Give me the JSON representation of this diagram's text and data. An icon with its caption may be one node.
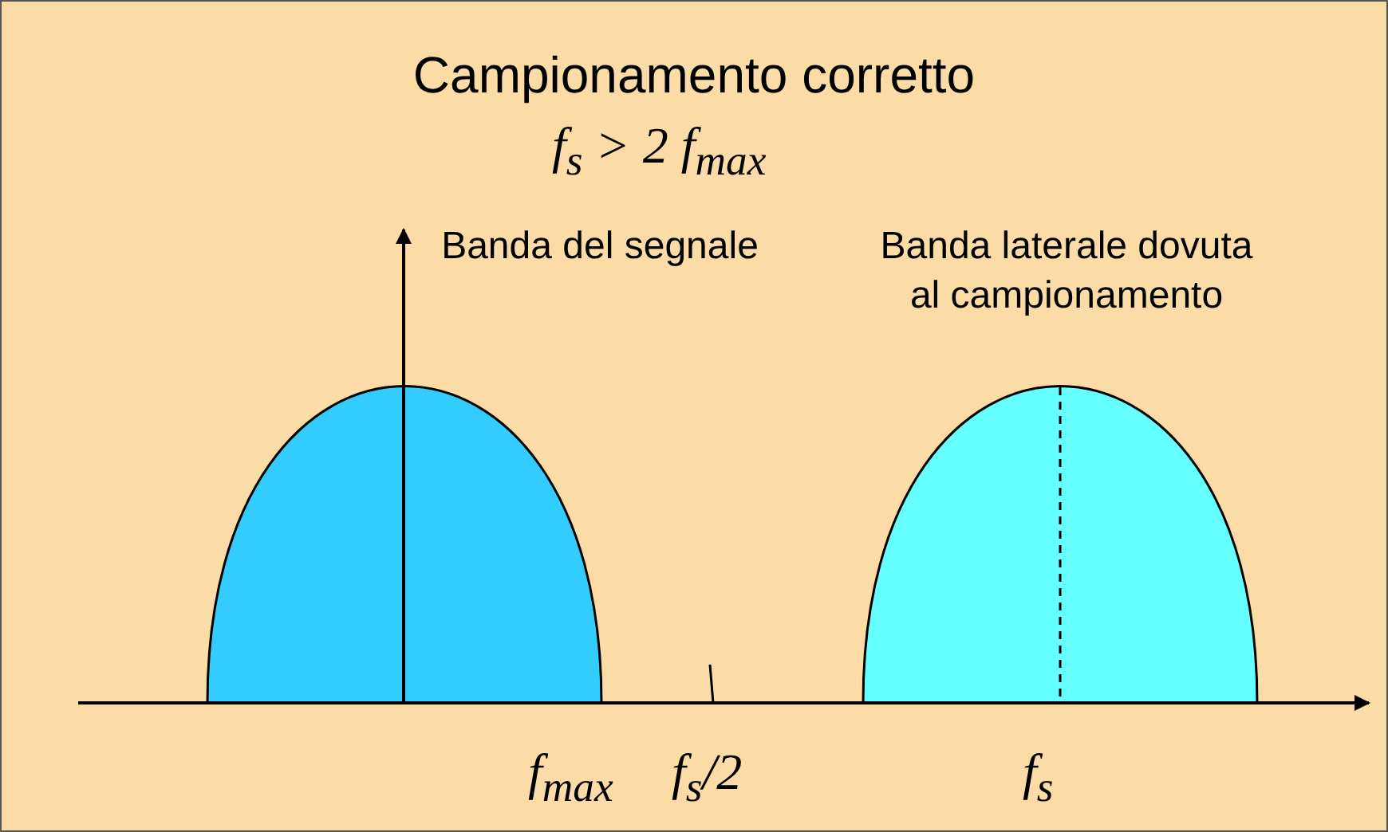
{
  "diagram": {
    "title": "Campionamento corretto",
    "nodes": [
      {
        "text": [],
        "shape": "dome",
        "beside": [
          "Banda del segnale"
        ]
      },
      {
        "text": [],
        "shape": "dome",
        "beside": [
          "Banda laterale dovuta al campionamento"
        ]
      }
    ],
    "labels": [
      "f$_{s}$ > 2 f$_{max}$",
      "f$_{max}$",
      "f$_{s}$/2",
      "f$_{s}$"
    ]
  }
}
